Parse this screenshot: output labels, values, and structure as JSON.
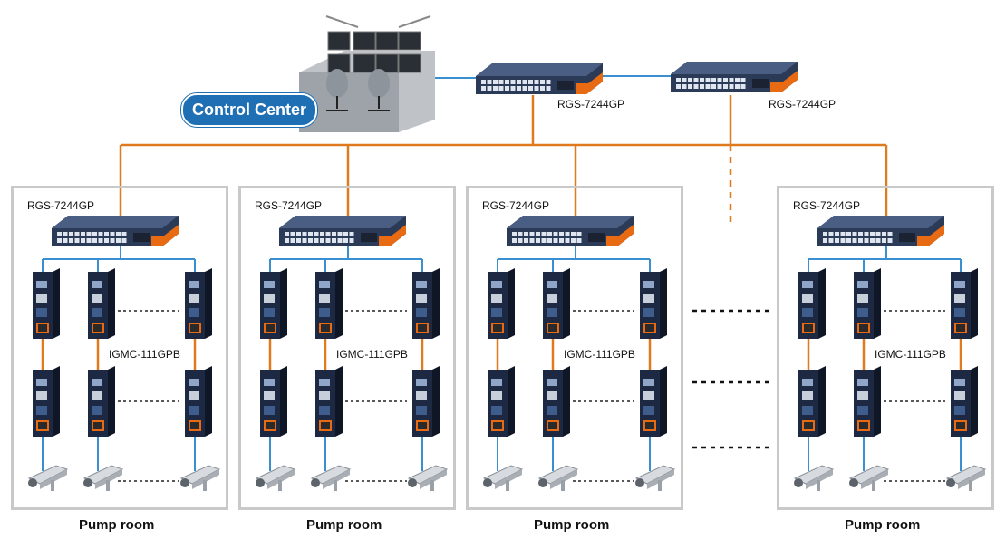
{
  "control_center": {
    "label": "Control Center"
  },
  "backbone_switches": [
    {
      "model": "RGS-7244GP"
    },
    {
      "model": "RGS-7244GP"
    }
  ],
  "rooms": [
    {
      "switch_model": "RGS-7244GP",
      "converter_model": "IGMC-111GPB",
      "title": "Pump room"
    },
    {
      "switch_model": "RGS-7244GP",
      "converter_model": "IGMC-111GPB",
      "title": "Pump room"
    },
    {
      "switch_model": "RGS-7244GP",
      "converter_model": "IGMC-111GPB",
      "title": "Pump room"
    },
    {
      "switch_model": "RGS-7244GP",
      "converter_model": "IGMC-111GPB",
      "title": "Pump room"
    }
  ],
  "colors": {
    "fiber": "#e07a1f",
    "ethernet": "#3a8fd0",
    "room_border": "#c9c9c9",
    "badge": "#1f6fb5"
  }
}
